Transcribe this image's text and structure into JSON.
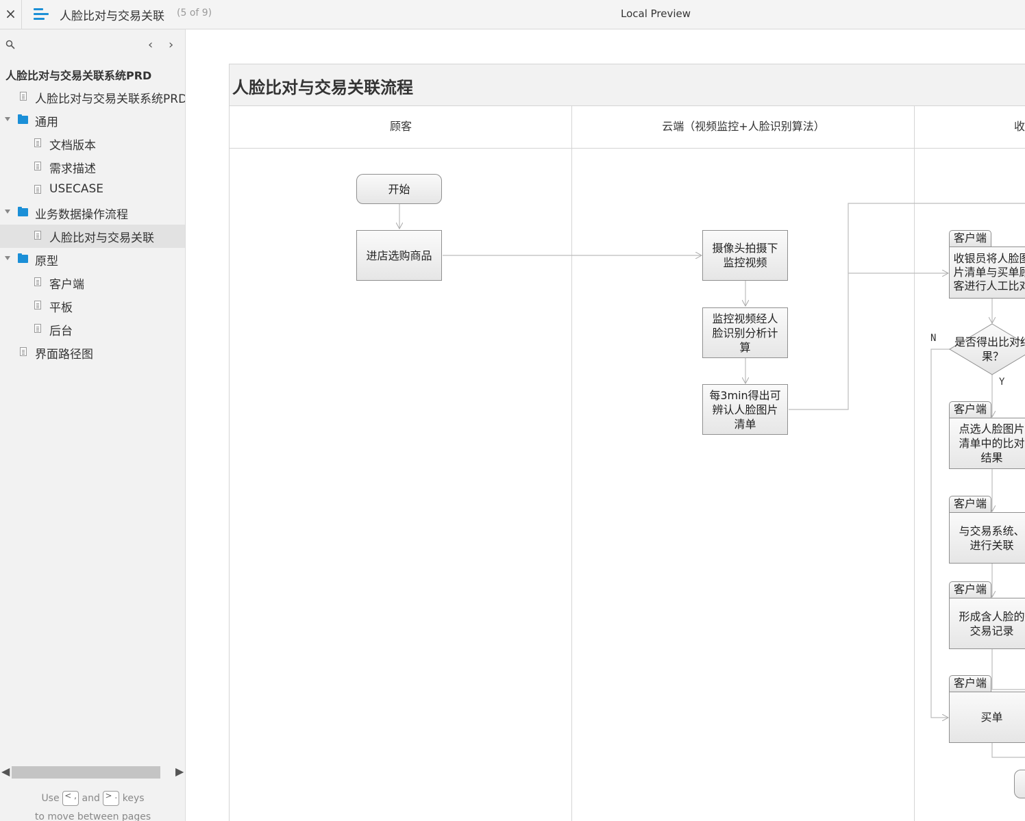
{
  "topbar": {
    "close_label": "×",
    "page_name": "人脸比对与交易关联",
    "page_count": "(5 of 9)",
    "center_title": "Local Preview"
  },
  "sidebar": {
    "prev_label": "‹",
    "next_label": "›",
    "project_title": "人脸比对与交易关联系统PRD",
    "items": [
      {
        "label": "人脸比对与交易关联系统PRD",
        "type": "page"
      },
      {
        "label": "通用",
        "type": "folder"
      },
      {
        "label": "文档版本",
        "type": "page"
      },
      {
        "label": "需求描述",
        "type": "page"
      },
      {
        "label": "USECASE",
        "type": "page"
      },
      {
        "label": "业务数据操作流程",
        "type": "folder"
      },
      {
        "label": "人脸比对与交易关联",
        "type": "page",
        "selected": true
      },
      {
        "label": "原型",
        "type": "folder"
      },
      {
        "label": "客户端",
        "type": "page"
      },
      {
        "label": "平板",
        "type": "page"
      },
      {
        "label": "后台",
        "type": "page"
      },
      {
        "label": "界面路径图",
        "type": "page"
      }
    ],
    "hint": {
      "use": "Use",
      "key_prev": "<\n,",
      "and": "and",
      "key_next": ">\n.",
      "keys": "keys",
      "line2": "to move between pages"
    }
  },
  "flow": {
    "title": "人脸比对与交易关联流程",
    "lanes": [
      "顾客",
      "云端（视频监控+人脸识别算法）",
      "收银员（客户端）"
    ],
    "nodes": {
      "start": "开始",
      "shop": "进店选购商品",
      "camera": "摄像头拍摄下监控视频",
      "analyze": "监控视频经人脸识别分析计算",
      "list": "每3min得出可辨认人脸图片清单",
      "compare": "收银员将人脸图片清单与买单顾客进行人工比对",
      "decision": "是否得出比对结果？",
      "select": "点选人脸图片清单中的比对结果",
      "link": "与交易系统、进行关联",
      "record": "形成含人脸的交易记录",
      "pay": "买单"
    },
    "tag": "客户端",
    "yes": "Y",
    "no": "N"
  }
}
